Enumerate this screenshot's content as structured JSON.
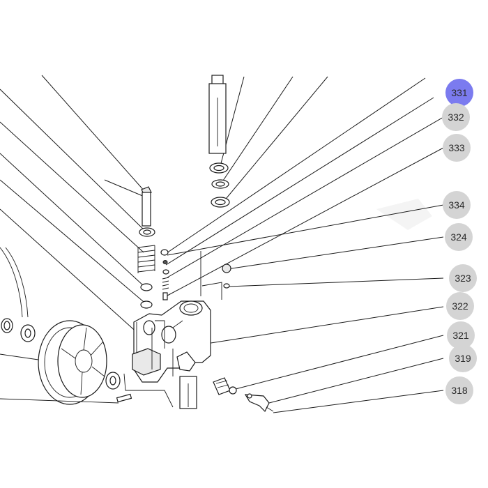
{
  "watermark": {
    "line1": "",
    "line2": ""
  },
  "callouts": [
    {
      "label": "331",
      "active": true
    },
    {
      "label": "332",
      "active": false
    },
    {
      "label": "333",
      "active": false
    },
    {
      "label": "334",
      "active": false
    },
    {
      "label": "324",
      "active": false
    },
    {
      "label": "323",
      "active": false
    },
    {
      "label": "322",
      "active": false
    },
    {
      "label": "321",
      "active": false
    },
    {
      "label": "319",
      "active": false
    },
    {
      "label": "318",
      "active": false
    }
  ],
  "colors": {
    "active_callout": "#7b7bef",
    "callout": "#d4d4d4",
    "line": "#1a1a1a"
  }
}
